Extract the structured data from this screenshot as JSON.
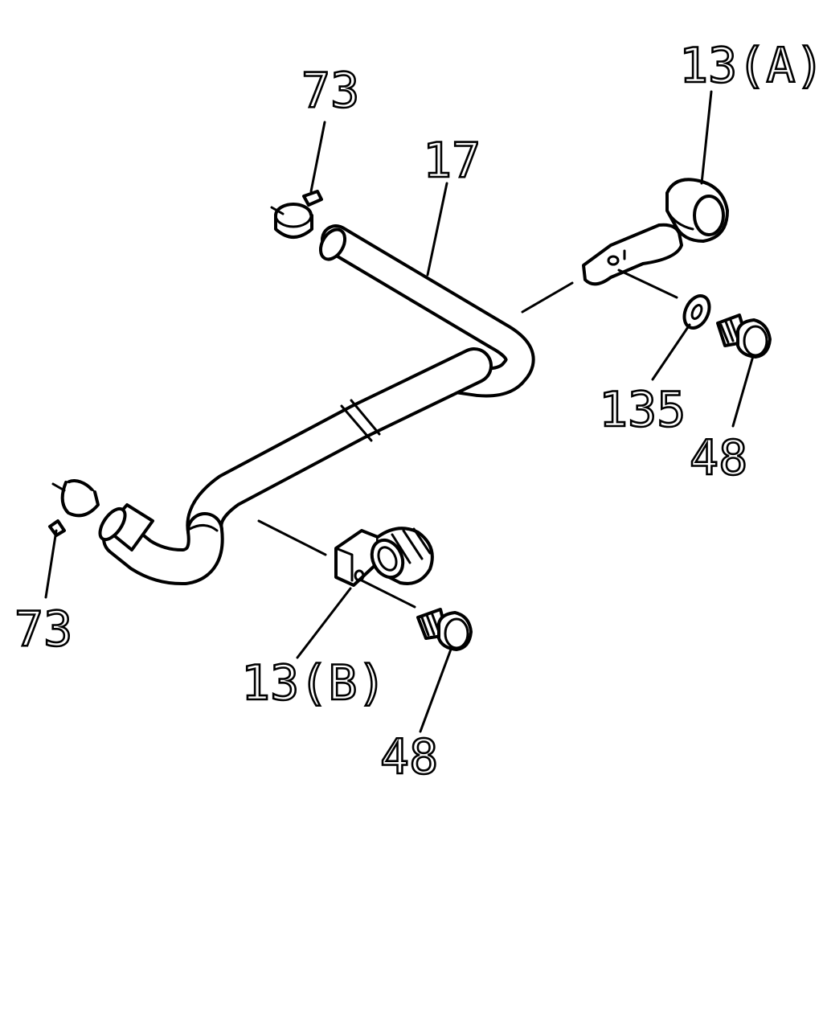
{
  "callouts": {
    "clamp_a": "13(A)",
    "hose_clip_top": "73",
    "hose": "17",
    "washer": "135",
    "bolt_right": "48",
    "hose_clip_left": "73",
    "clamp_b": "13(B)",
    "bolt_bottom": "48"
  },
  "colors": {
    "line": "#000000",
    "background": "#ffffff"
  }
}
